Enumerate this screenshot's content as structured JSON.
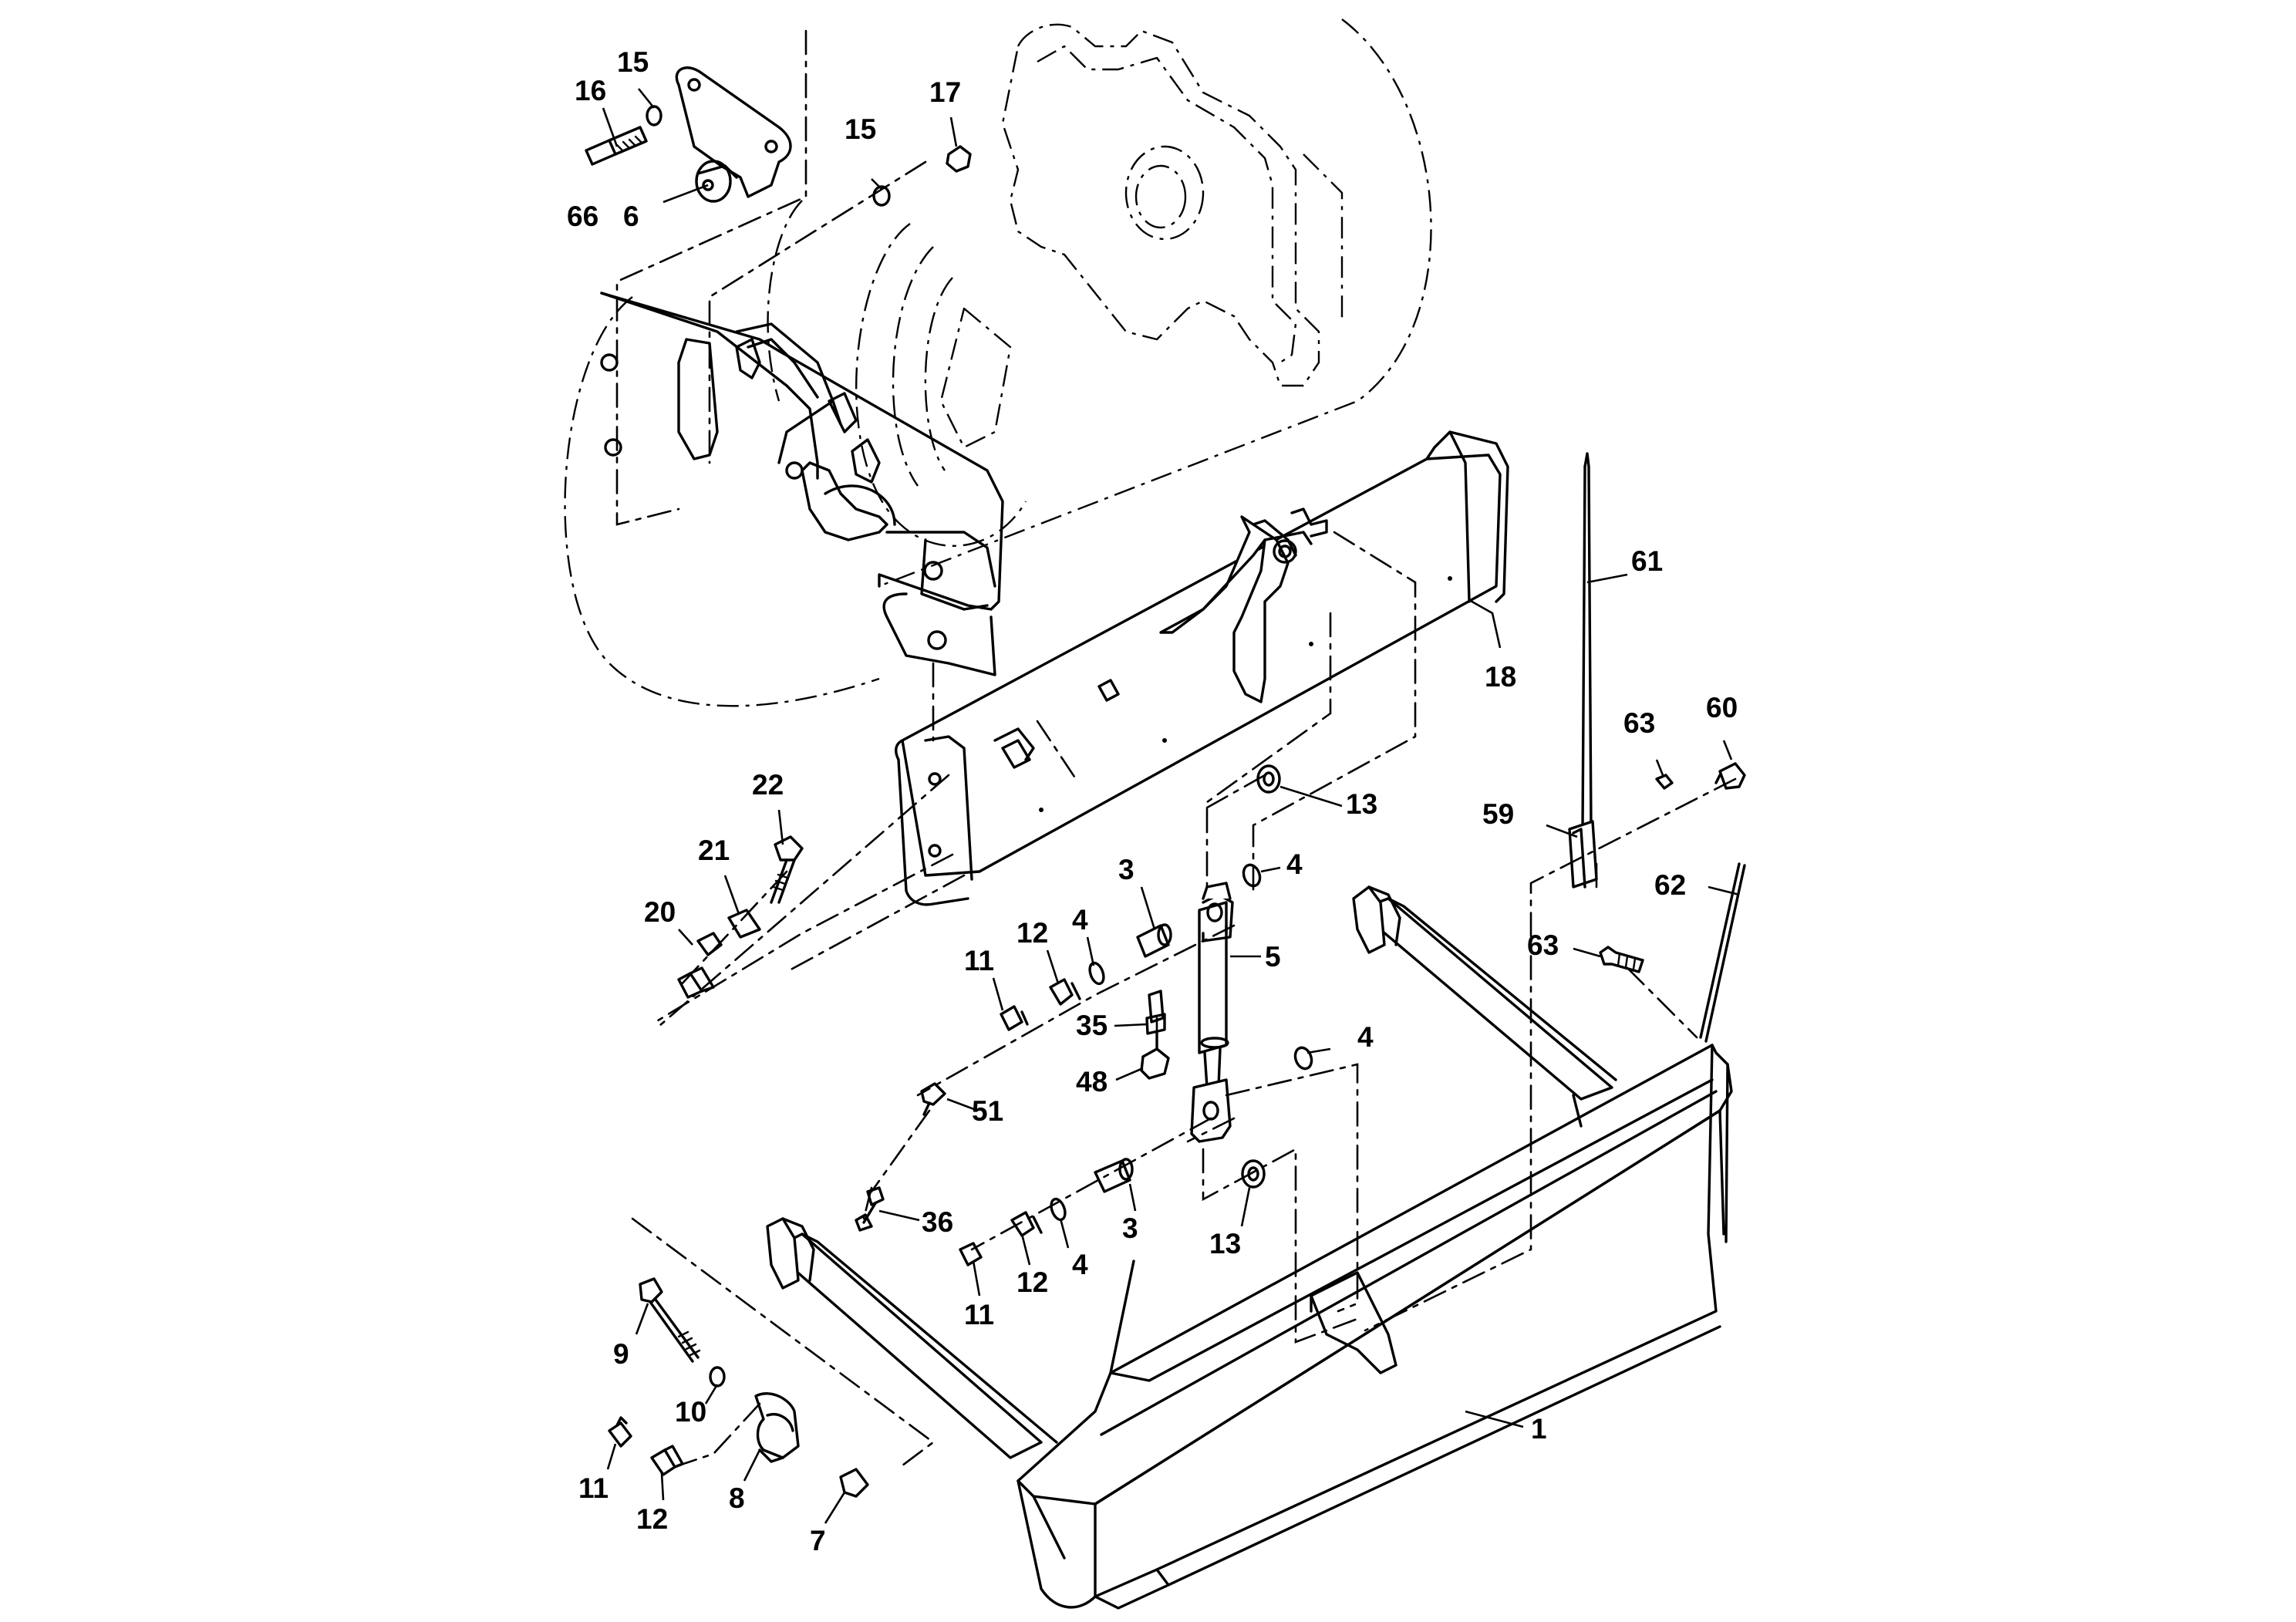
{
  "callouts": [
    {
      "id": "c16",
      "label": "16"
    },
    {
      "id": "c15a",
      "label": "15"
    },
    {
      "id": "c66",
      "label": "66"
    },
    {
      "id": "c6",
      "label": "6"
    },
    {
      "id": "c15b",
      "label": "15"
    },
    {
      "id": "c17",
      "label": "17"
    },
    {
      "id": "c61",
      "label": "61"
    },
    {
      "id": "c18",
      "label": "18"
    },
    {
      "id": "c63a",
      "label": "63"
    },
    {
      "id": "c60",
      "label": "60"
    },
    {
      "id": "c13a",
      "label": "13"
    },
    {
      "id": "c59",
      "label": "59"
    },
    {
      "id": "c62",
      "label": "62"
    },
    {
      "id": "c22",
      "label": "22"
    },
    {
      "id": "c21",
      "label": "21"
    },
    {
      "id": "c20",
      "label": "20"
    },
    {
      "id": "c4a",
      "label": "4"
    },
    {
      "id": "c3a",
      "label": "3"
    },
    {
      "id": "c4b",
      "label": "4"
    },
    {
      "id": "c12a",
      "label": "12"
    },
    {
      "id": "c11a",
      "label": "11"
    },
    {
      "id": "c5",
      "label": "5"
    },
    {
      "id": "c63b",
      "label": "63"
    },
    {
      "id": "c35",
      "label": "35"
    },
    {
      "id": "c4c",
      "label": "4"
    },
    {
      "id": "c48",
      "label": "48"
    },
    {
      "id": "c51",
      "label": "51"
    },
    {
      "id": "c36",
      "label": "36"
    },
    {
      "id": "c3b",
      "label": "3"
    },
    {
      "id": "c13b",
      "label": "13"
    },
    {
      "id": "c4d",
      "label": "4"
    },
    {
      "id": "c12b",
      "label": "12"
    },
    {
      "id": "c11b",
      "label": "11"
    },
    {
      "id": "c9",
      "label": "9"
    },
    {
      "id": "c10",
      "label": "10"
    },
    {
      "id": "c1",
      "label": "1"
    },
    {
      "id": "c11c",
      "label": "11"
    },
    {
      "id": "c12c",
      "label": "12"
    },
    {
      "id": "c8",
      "label": "8"
    },
    {
      "id": "c7",
      "label": "7"
    }
  ]
}
